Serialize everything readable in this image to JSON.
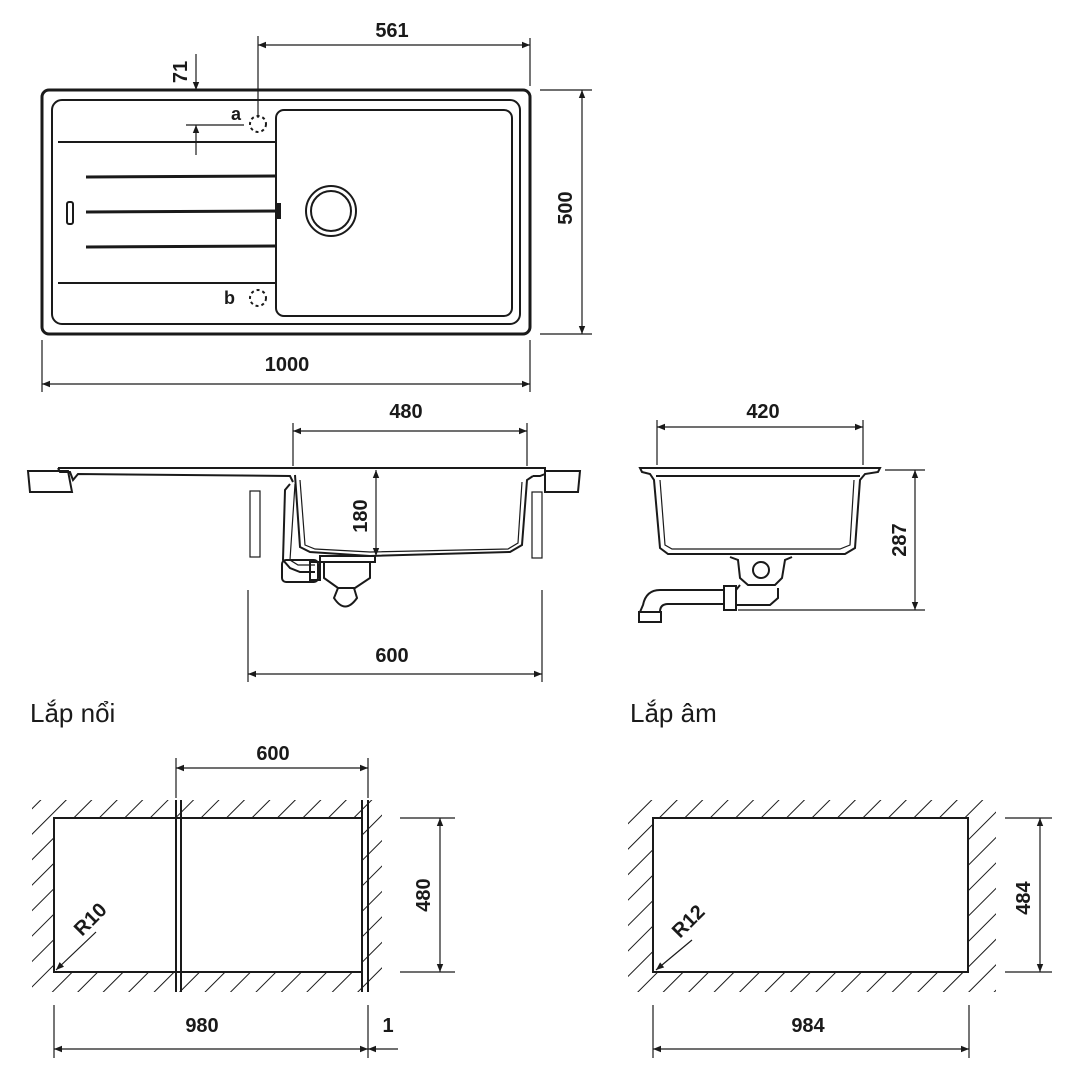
{
  "colors": {
    "line": "#1a1a1a",
    "background": "#ffffff"
  },
  "top_view": {
    "dim_width_overall": "1000",
    "dim_depth_overall": "500",
    "dim_tap_hole_offset": "561",
    "dim_tap_hole_from_edge": "71",
    "tap_hole_a_label": "a",
    "tap_hole_b_label": "b"
  },
  "side_view": {
    "dim_bowl_width": "480",
    "dim_bowl_depth": "180",
    "dim_cabinet_width": "600"
  },
  "end_view": {
    "dim_bowl_width": "420",
    "dim_total_height": "287"
  },
  "cutout_surface": {
    "title": "Lắp nổi",
    "dim_bowl_section": "600",
    "dim_width": "980",
    "dim_tolerance": "1",
    "dim_height": "480",
    "dim_radius": "R10"
  },
  "cutout_undermount": {
    "title": "Lắp âm",
    "dim_width": "984",
    "dim_height": "484",
    "dim_radius": "R12"
  }
}
